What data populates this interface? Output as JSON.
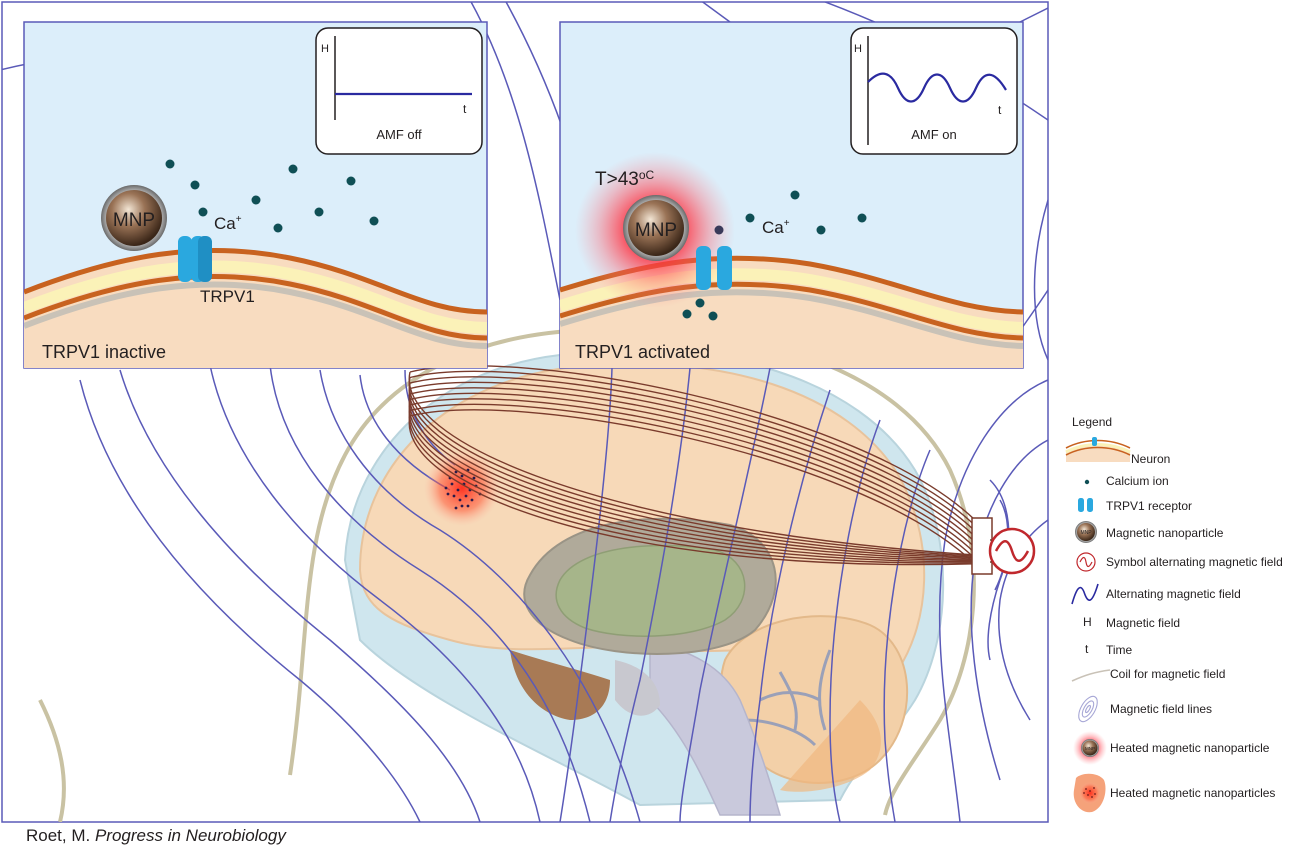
{
  "panels": {
    "inactive": {
      "mnp_label": "MNP",
      "ion_label": "Ca",
      "ion_charge": "+",
      "receptor_label": "TRPV1",
      "status_label": "TRPV1 inactive",
      "graph": {
        "y_axis": "H",
        "x_axis": "t",
        "caption": "AMF off"
      }
    },
    "activated": {
      "mnp_label": "MNP",
      "ion_label": "Ca",
      "ion_charge": "+",
      "temp_label": "T>43",
      "temp_unit": "oC",
      "status_label": "TRPV1 activated",
      "graph": {
        "y_axis": "H",
        "x_axis": "t",
        "caption": "AMF on"
      }
    }
  },
  "legend": {
    "title": "Legend",
    "items": [
      {
        "icon": "neuron-icon",
        "label": "Neuron"
      },
      {
        "icon": "calcium-ion-icon",
        "label": "Calcium ion"
      },
      {
        "icon": "trpv1-receptor-icon",
        "label": "TRPV1 receptor"
      },
      {
        "icon": "magnetic-nanoparticle-icon",
        "label": "Magnetic nanoparticle",
        "icon_text": "MNP"
      },
      {
        "icon": "symbol-alternating-field-icon",
        "label": "Symbol alternating magnetic field"
      },
      {
        "icon": "alternating-field-icon",
        "label": "Alternating magnetic field"
      },
      {
        "icon": "magnetic-field-letter-icon",
        "label": "Magnetic field",
        "icon_text": "H"
      },
      {
        "icon": "time-letter-icon",
        "label": "Time",
        "icon_text": "t"
      },
      {
        "icon": "coil-icon",
        "label": "Coil for magnetic field"
      },
      {
        "icon": "field-lines-icon",
        "label": "Magnetic field lines"
      },
      {
        "icon": "heated-nanoparticle-icon",
        "label": "Heated magnetic nanoparticle",
        "icon_text": "MNP"
      },
      {
        "icon": "heated-nanoparticles-icon",
        "label": "Heated magnetic nanoparticles"
      }
    ]
  },
  "caption": {
    "author": "Roet, M. ",
    "journal": "Progress in Neurobiology"
  },
  "colors": {
    "field_lines": "#5a5ab8",
    "panel_bg": "#dceefa",
    "membrane": "#c8621f",
    "receptor": "#2aa8df",
    "ion": "#0f4f55",
    "coil": "#7a3b2c",
    "heat": "#ff3340"
  }
}
